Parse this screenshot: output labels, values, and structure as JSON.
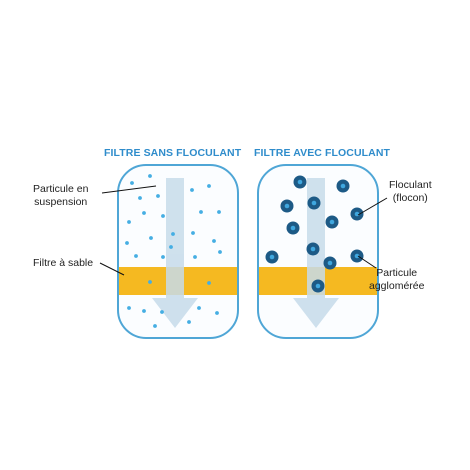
{
  "diagram": {
    "title_left": "FILTRE SANS FLOCULANT",
    "title_right": "FILTRE AVEC FLOCULANT",
    "labels": {
      "particule_line1": "Particule en",
      "particule_line2": "suspension",
      "filtre_sable": "Filtre à sable",
      "floculant_line1": "Floculant",
      "floculant_line2": "(flocon)",
      "agglo_line1": "Particule",
      "agglo_line2": "agglomérée"
    },
    "colors": {
      "tank_stroke": "#4fa6d6",
      "tank_fill": "#fbfdff",
      "sand": "#f5b921",
      "arrow": "#c7dcea",
      "small_particle": "#45aee3",
      "flocon_outer": "#1d5a86",
      "flocon_inner": "#3fa7df",
      "title": "#2f8ccb"
    }
  }
}
